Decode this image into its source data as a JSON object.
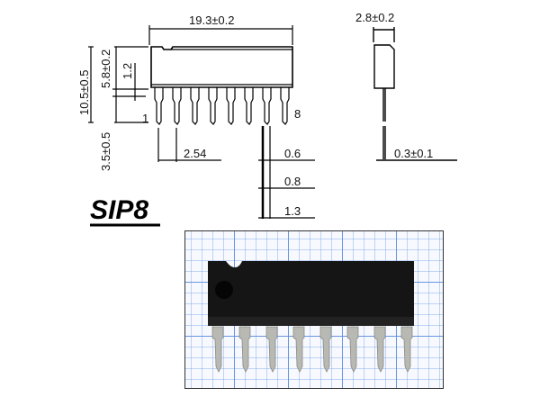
{
  "package": {
    "title": "SIP8",
    "pin_count": 8,
    "pin_first_label": "1",
    "pin_last_label": "8"
  },
  "dimensions": {
    "body_length": "19.3±0.2",
    "body_thickness": "2.8±0.2",
    "body_height": "5.8±0.2",
    "total_height": "10.5±0.5",
    "lead_length": "3.5±0.5",
    "shoulder": "1.2",
    "pitch": "2.54",
    "lead_width_tip": "0.6",
    "lead_width_mid": "0.8",
    "lead_width_shoulder": "1.3",
    "lead_thickness": "0.3±0.1"
  },
  "photo": {
    "description": "photo-of-sip8-chip-on-graph-paper",
    "body_color": "#151515",
    "lead_color": "#b9b9b4",
    "grid_color": "#5a8cdc"
  }
}
